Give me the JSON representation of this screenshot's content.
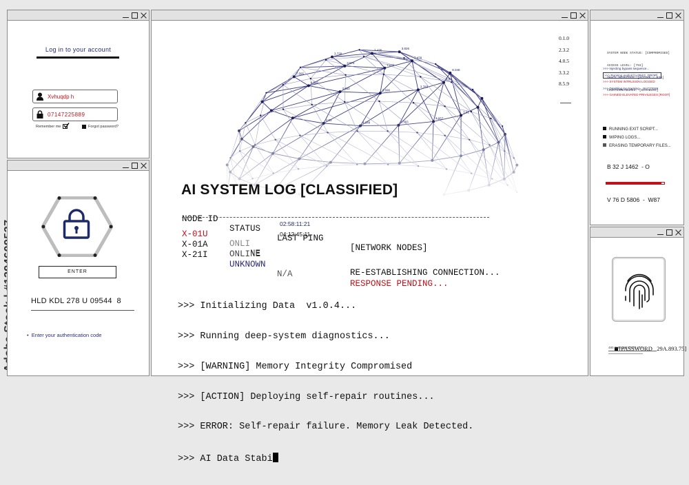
{
  "watermark": {
    "brand": "Adobe Stock",
    "sep": "|",
    "id": "#1394609537"
  },
  "login": {
    "title": "Log in to your account",
    "username": "Xvhuqdp h",
    "password": "07147225889",
    "remember_label": "Remember me",
    "forgot_label": "Forgot password?"
  },
  "lock": {
    "enter_label": "ENTER",
    "code": "HLD KDL 278 U 09544  8",
    "hint": "Enter your authentication code"
  },
  "main": {
    "heading": "AI SYSTEM LOG [CLASSIFIED]",
    "columns": [
      "NODE ID",
      "STATUS",
      "LAST PING",
      "[NETWORK NODES]"
    ],
    "rows": [
      {
        "id": "X-01U",
        "status_a": "ONLI",
        "status_b": "NE",
        "ping": "02:58:11:21",
        "note": "RE-ESTABLISHING CONNECTION..."
      },
      {
        "id": "X-01A",
        "status": "ONLINE",
        "ping": "04:12:45:11",
        "note": ""
      },
      {
        "id": "X-21I",
        "status": "UNKNOWN",
        "ping": "N/A",
        "note": "RESPONSE PENDING..."
      }
    ],
    "console": [
      ">>> Initializing Data  v1.0.4...",
      ">>> Running deep-system diagnostics...",
      ">>> [WARNING] Memory Integrity Compromised",
      ">>> [ACTION] Deploying self-repair routines...",
      ">>> ERROR: Self-repair failure. Memory Leak Detected.",
      ">>> AI Data Stabi"
    ],
    "side_values": [
      "0.1.0",
      "2.3.2",
      "4.0.5",
      "3.3.2",
      "8.5.9"
    ],
    "globe_labels": [
      "7.435",
      "7.478",
      "7.522",
      "3.578",
      "3.739",
      "3.826",
      "3.87",
      "3.783",
      "3.696",
      "3.652",
      "4.522",
      "7.565",
      "8.348",
      "3.91",
      "4.957",
      "4.783",
      "4.348",
      "4.03"
    ],
    "colors": {
      "red": "#c0121a",
      "navy": "#2a2a7a",
      "grid": "#4a4a8c"
    }
  },
  "status_panel": {
    "header": [
      "SYSTEM NODE STATUS: [COMPROMISED]",
      "ACCESS LEVEL: [793]",
      "TRACE DETECTED: [ACTIVE - 53%]",
      "COUNTERMEASURES: [DISABLED]"
    ],
    "log": [
      ">>> Injecting bypass sequence...",
      ">>> Running exploit [1y2B4G_DROP]...",
      ">>> SYSTEM INTRUSION LOGGED",
      ">>> Disabling log tracking... SUCCESS",
      ">>> GAINED ELEVATED PRIVILEGES [ROOT]"
    ],
    "tasks": [
      "RUNNING EXIT SCRIPT...",
      "WIPING LOGS...",
      "ERASING TEMPORARY FILES..."
    ],
    "code1": "B 32 J 1462  - O",
    "progress": 0.95,
    "code2": "V 76 D 5806  -  W87"
  },
  "fingerprint": {
    "password_label": "[PASSWORD",
    "password_value": "29A.893.75]",
    "small_line": "480.9685.29377578 37ZA"
  }
}
